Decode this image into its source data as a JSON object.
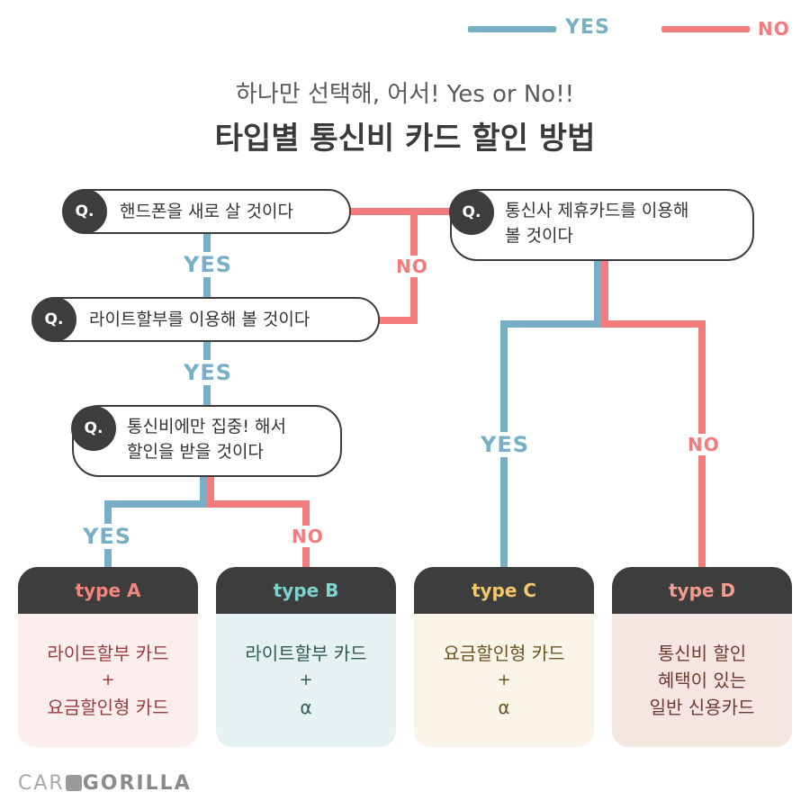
{
  "legend": {
    "yes": "YES",
    "no": "NO"
  },
  "header": {
    "subtitle": "하나만 선택해, 어서! Yes or No!!",
    "title": "타입별 통신비 카드 할인 방법"
  },
  "questions": {
    "q1": {
      "badge": "Q.",
      "text": "핸드폰을 새로 살 것이다"
    },
    "q2": {
      "badge": "Q.",
      "text": "라이트할부를 이용해 볼 것이다"
    },
    "q3": {
      "badge": "Q.",
      "line1": "통신비에만 집중! 해서",
      "line2": "할인을 받을 것이다"
    },
    "q4": {
      "badge": "Q.",
      "line1": "통신사 제휴카드를 이용해",
      "line2": "볼 것이다"
    }
  },
  "edge_labels": {
    "q1_yes": "YES",
    "q1_no": "NO",
    "q2_yes": "YES",
    "q3_yes": "YES",
    "q3_no": "NO",
    "q4_yes": "YES",
    "q4_no": "NO"
  },
  "types": [
    {
      "label": "type A",
      "lines": [
        "라이트할부 카드",
        "+",
        "요금할인형 카드"
      ]
    },
    {
      "label": "type B",
      "lines": [
        "라이트할부 카드",
        "+",
        "α"
      ]
    },
    {
      "label": "type C",
      "lines": [
        "요금할인형 카드",
        "+",
        "α"
      ]
    },
    {
      "label": "type D",
      "lines": [
        "통신비 할인",
        "혜택이 있는",
        "일반 신용카드"
      ]
    }
  ],
  "colors": {
    "yes": "#76afc6",
    "no": "#f37b7b",
    "dark": "#3d3d3d",
    "typeA_label": "#f3877f",
    "typeA_bg": "#fdeeee",
    "typeA_text": "#9c3b3f",
    "typeB_label": "#7fd3cf",
    "typeB_bg": "#e6f1f1",
    "typeB_text": "#2f5a55",
    "typeC_label": "#f4c86a",
    "typeC_bg": "#faf5e8",
    "typeC_text": "#6b5420",
    "typeD_label": "#f49a8e",
    "typeD_bg": "#f6e6e2",
    "typeD_text": "#6d3a30"
  },
  "logo": {
    "left": "CAR",
    "right": "GORILLA",
    "icon": "car-icon"
  }
}
